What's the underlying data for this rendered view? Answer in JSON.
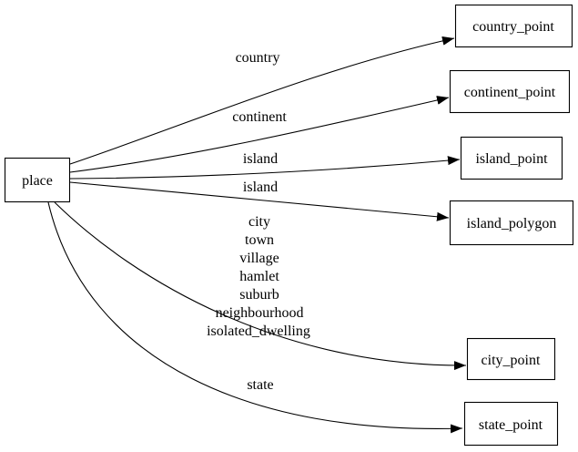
{
  "diagram": {
    "type": "directed-graph",
    "colors": {
      "background": "#ffffff",
      "node_fill": "#ffffff",
      "node_border": "#000000",
      "edge_stroke": "#000000",
      "text": "#000000"
    },
    "nodes": {
      "place": {
        "label": "place"
      },
      "country_point": {
        "label": "country_point"
      },
      "continent_point": {
        "label": "continent_point"
      },
      "island_point": {
        "label": "island_point"
      },
      "island_polygon": {
        "label": "island_polygon"
      },
      "city_point": {
        "label": "city_point"
      },
      "state_point": {
        "label": "state_point"
      }
    },
    "edges": [
      {
        "from": "place",
        "to": "country_point",
        "label": "country"
      },
      {
        "from": "place",
        "to": "continent_point",
        "label": "continent"
      },
      {
        "from": "place",
        "to": "island_point",
        "label": "island"
      },
      {
        "from": "place",
        "to": "island_polygon",
        "label": "island"
      },
      {
        "from": "place",
        "to": "city_point",
        "label_lines": [
          "city",
          "town",
          "village",
          "hamlet",
          "suburb",
          "neighbourhood",
          "isolated_dwelling"
        ]
      },
      {
        "from": "place",
        "to": "state_point",
        "label": "state"
      }
    ]
  }
}
